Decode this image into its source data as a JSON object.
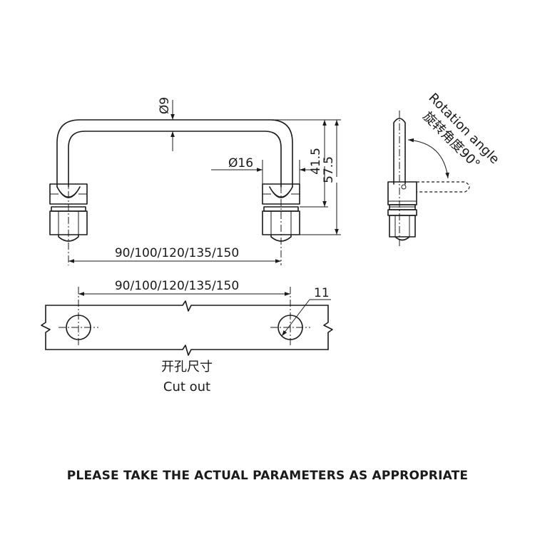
{
  "dimensions": {
    "rod_diameter": "Ø9",
    "boss_diameter": "Ø16",
    "height_inner": "41.5",
    "height_total": "57.5",
    "pitch_handle": "90/100/120/135/150",
    "pitch_cutout": "90/100/120/135/150",
    "hole_diameter": "11"
  },
  "rotation": {
    "label_en": "Rotation angle",
    "label_cn": "旋转角度90°"
  },
  "cutout": {
    "label_cn": "开孔尺寸",
    "label_en": "Cut out"
  },
  "footer_note": "PLEASE TAKE THE ACTUAL PARAMETERS AS APPROPRIATE"
}
